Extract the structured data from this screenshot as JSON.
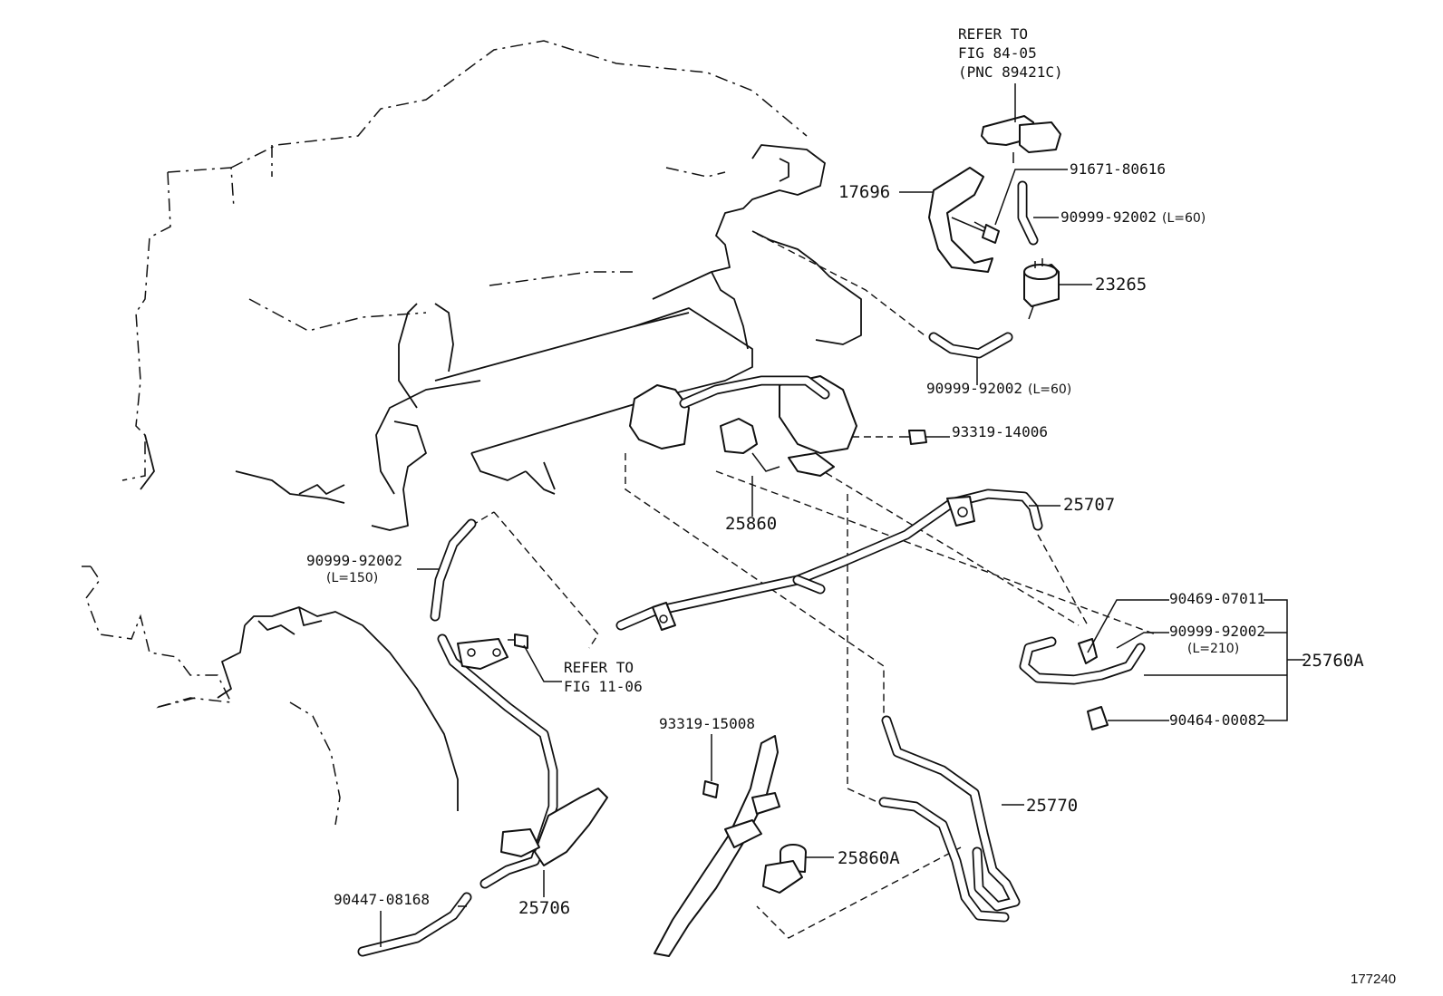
{
  "figure_id": "177240",
  "callouts": {
    "refer_fig_84_05": [
      "REFER TO",
      "FIG 84-05",
      "(PNC 89421C)"
    ],
    "part_17696": "17696",
    "part_91671_80616": "91671-80616",
    "part_90999_92002_l60_top": "90999-92002",
    "part_90999_92002_l60_top_len": "(L=60)",
    "part_23265": "23265",
    "part_90999_92002_l60_mid": "90999-92002",
    "part_90999_92002_l60_mid_len": "(L=60)",
    "part_93319_14006": "93319-14006",
    "part_25707": "25707",
    "part_25860": "25860",
    "part_90999_92002_l150": "90999-92002",
    "part_90999_92002_l150_len": "(L=150)",
    "refer_fig_11_06": [
      "REFER TO",
      "FIG 11-06"
    ],
    "part_90469_07011": "90469-07011",
    "part_90999_92002_l210": "90999-92002",
    "part_90999_92002_l210_len": "(L=210)",
    "part_25760A": "25760A",
    "part_90464_00082": "90464-00082",
    "part_93319_15008": "93319-15008",
    "part_25770": "25770",
    "part_25860A": "25860A",
    "part_90447_08168": "90447-08168",
    "part_25706": "25706"
  }
}
